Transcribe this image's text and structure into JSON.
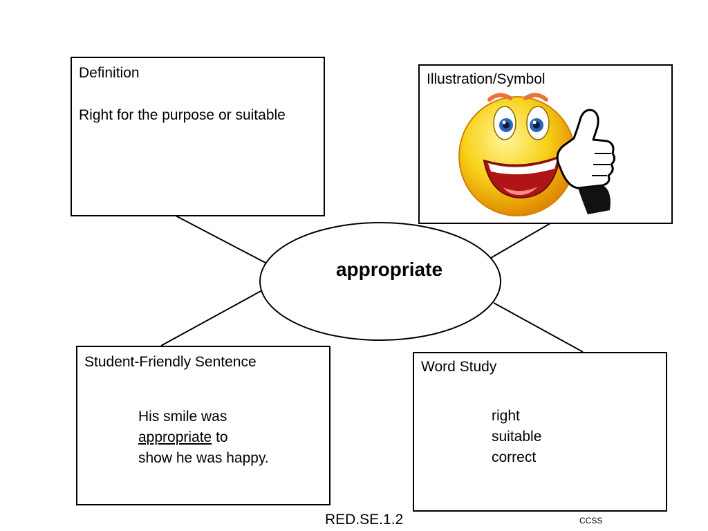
{
  "center": {
    "word": "appropriate"
  },
  "definition": {
    "title": "Definition",
    "text": "Right for the purpose or suitable"
  },
  "illustration": {
    "title": "Illustration/Symbol",
    "icon": "thumbs-up-smiley-icon"
  },
  "sentence": {
    "title": "Student-Friendly Sentence",
    "line1": "His smile was",
    "line2_word": "appropriate",
    "line2_rest": " to",
    "line3": "show he was happy."
  },
  "word_study": {
    "title": "Word Study",
    "words": [
      "right",
      "suitable",
      "correct"
    ]
  },
  "footer": {
    "code": "RED.SE.1.2",
    "standard": "CCSS"
  },
  "colors": {
    "smiley_face": "#f7d21a",
    "smiley_face_edge": "#e08a00",
    "eyebrow": "#e8743b",
    "eye_iris": "#2a64b8",
    "mouth": "#b01515"
  }
}
